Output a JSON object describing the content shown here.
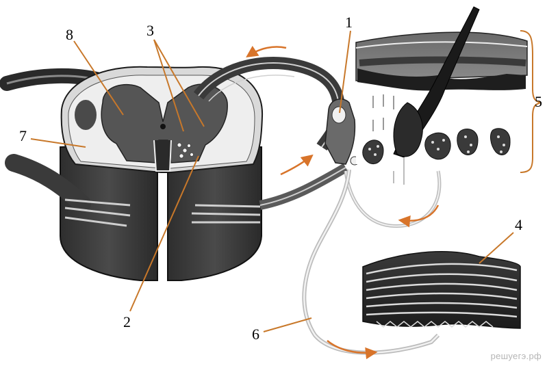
{
  "labels": {
    "l1": "1",
    "l2": "2",
    "l3": "3",
    "l4": "4",
    "l5": "5",
    "l6": "6",
    "l7": "7",
    "l8": "8"
  },
  "watermark": "решуегэ.рф",
  "colors": {
    "leader": "#c8782a",
    "arrow": "#d8742a",
    "cord_dark": "#3c3c3c",
    "grey_matter": "#5a5a5a",
    "tissue": "#222222"
  }
}
